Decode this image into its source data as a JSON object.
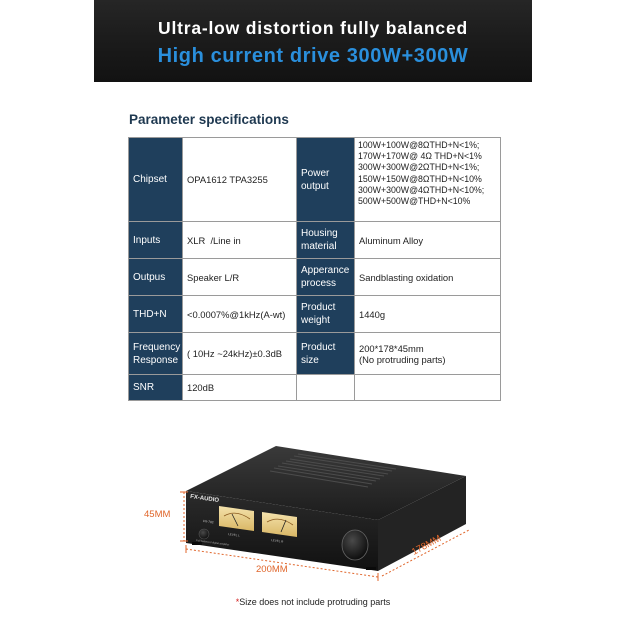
{
  "banner": {
    "line1": "Ultra-low distortion fully balanced",
    "line2": "High current drive 300W+300W"
  },
  "section_title": "Parameter specifications",
  "spec_table": {
    "rows": [
      {
        "k1": "Chipset",
        "v1": "OPA1612 TPA3255",
        "k2": "Power output",
        "v2": [
          "100W+100W@8ΩTHD+N<1%;",
          "170W+170W@ 4Ω THD+N<1%",
          "300W+300W@2ΩTHD+N<1%;",
          "150W+150W@8ΩTHD+N<10%",
          "300W+300W@4ΩTHD+N<10%;",
          "500W+500W@THD+N<10%"
        ]
      },
      {
        "k1": "Inputs",
        "v1": "XLR  /Line in",
        "k2": "Housing material",
        "v2": [
          "Aluminum Alloy"
        ]
      },
      {
        "k1": "Outpus",
        "v1": "Speaker L/R",
        "k2": "Apperance process",
        "v2": [
          "Sandblasting oxidation"
        ]
      },
      {
        "k1": "THD+N",
        "v1": "<0.0007%@1kHz(A-wt)",
        "k2": "Product weight",
        "v2": [
          "1440g"
        ]
      },
      {
        "k1": "Frequency Response",
        "v1": "( 10Hz ~24kHz)±0.3dB",
        "k2": "Product size",
        "v2": [
          "200*178*45mm",
          "(No protruding parts)"
        ]
      },
      {
        "k1": "SNR",
        "v1": "120dB",
        "k2": "",
        "v2": [
          ""
        ]
      }
    ]
  },
  "product": {
    "brand": "FX-AUDIO",
    "model": "FX-702",
    "meter_left_label": "LEVEL L",
    "meter_right_label": "LEVEL R",
    "tagline": "Full balanced digital amplifier"
  },
  "dimensions": {
    "height": "45MM",
    "width": "200MM",
    "depth": "178MM"
  },
  "footnote": {
    "asterisk": "*",
    "text": "Size does not include protruding parts"
  },
  "colors": {
    "banner_blue": "#2a8fdc",
    "header_navy": "#1f3f5c",
    "dimension_orange": "#e0662b"
  }
}
